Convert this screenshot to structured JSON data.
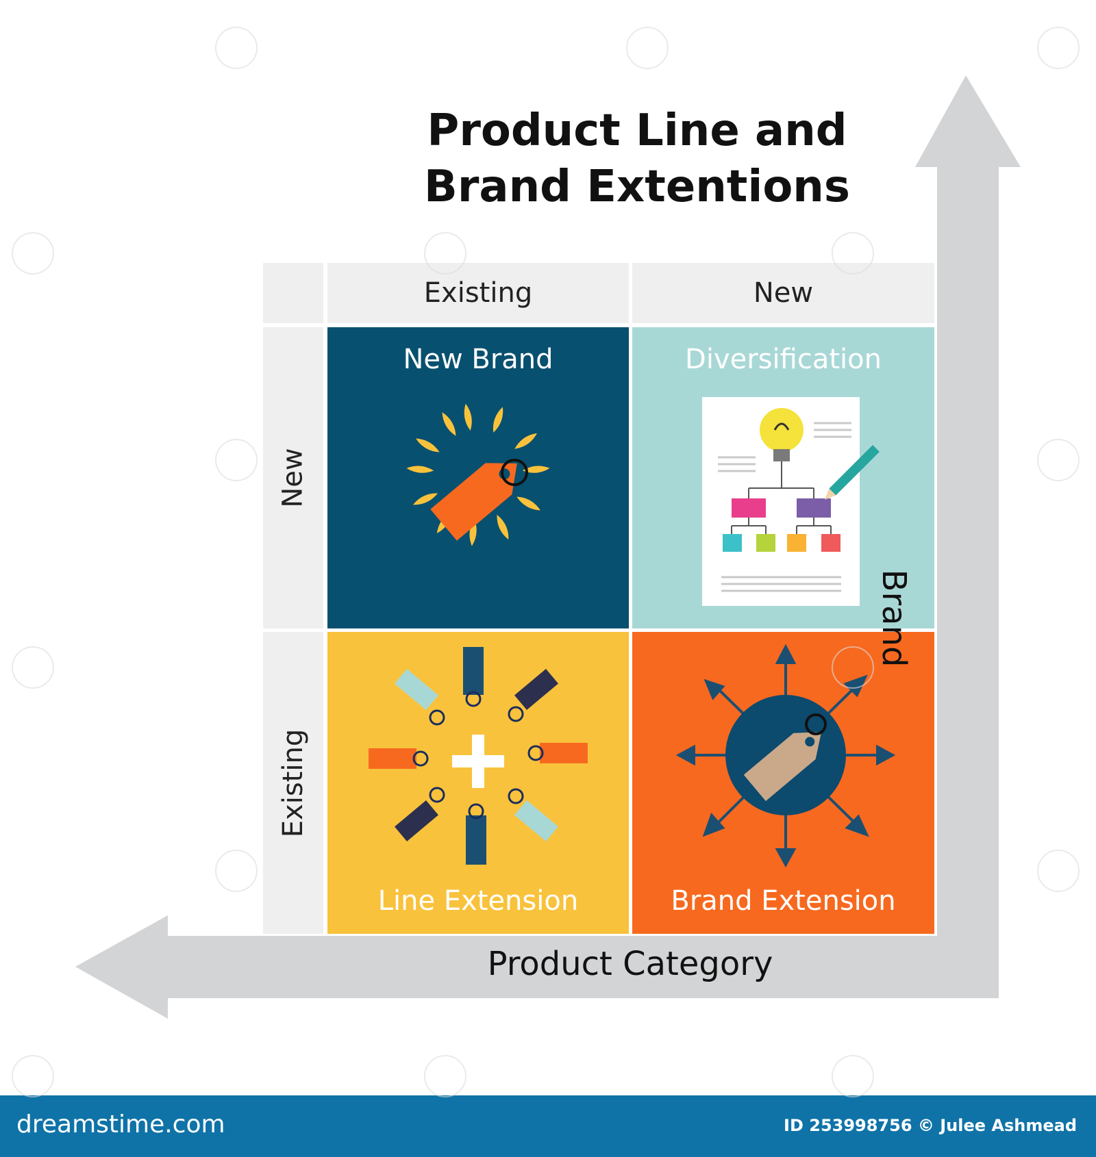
{
  "title": {
    "line1": "Product Line and",
    "line2": "Brand Extentions"
  },
  "axes": {
    "x_label": "Product Category",
    "y_label": "Brand"
  },
  "columns": [
    "Existing",
    "New"
  ],
  "rows": [
    "New",
    "Existing"
  ],
  "quadrants": {
    "top_left": {
      "label": "New Brand",
      "color": "#08506f",
      "icon": "sparkling-price-tag-icon"
    },
    "top_right": {
      "label": "Diversification",
      "color": "#a8d8d6",
      "icon": "idea-flowchart-document-icon"
    },
    "bottom_left": {
      "label": "Line Extension",
      "color": "#f9c23c",
      "icon": "tags-around-plus-icon"
    },
    "bottom_right": {
      "label": "Brand Extension",
      "color": "#f7691f",
      "icon": "tag-globe-outward-arrows-icon"
    }
  },
  "colors": {
    "arrow": "#d3d4d6",
    "header_bg": "#efefef",
    "footer_bg": "#0f73a8"
  },
  "footer": {
    "site": "dreamstime.com",
    "credit": "ID 253998756 © Julee Ashmead"
  },
  "watermark": {
    "text": "dreamstime"
  }
}
